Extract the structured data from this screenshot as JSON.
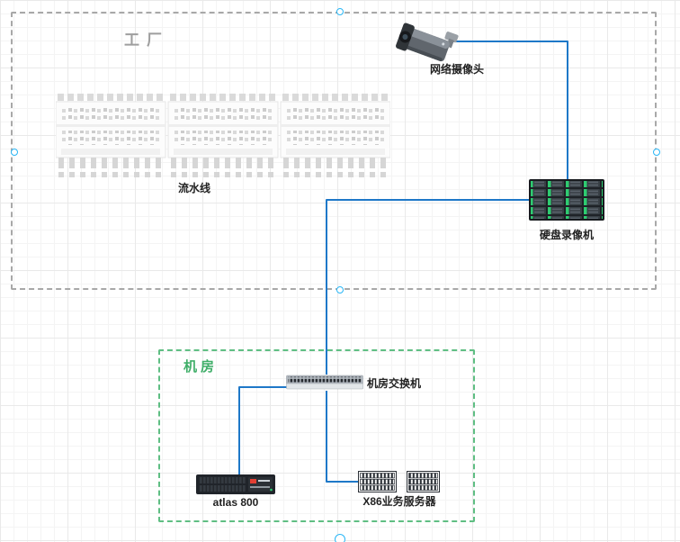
{
  "factory": {
    "label": "工厂",
    "camera_label": "网络摄像头",
    "production_line_label": "流水线",
    "dvr_label": "硬盘录像机"
  },
  "server_room": {
    "label": "机房",
    "switch_label": "机房交换机",
    "atlas_label": "atlas 800",
    "x86_label": "X86业务服务器"
  },
  "colors": {
    "link": "#1e78c8",
    "factory_border": "#a8a8a8",
    "factory_label": "#9e9e9e",
    "room_border": "#5fbe83",
    "room_label": "#3fae68",
    "connection_point": "#29b6f6"
  }
}
